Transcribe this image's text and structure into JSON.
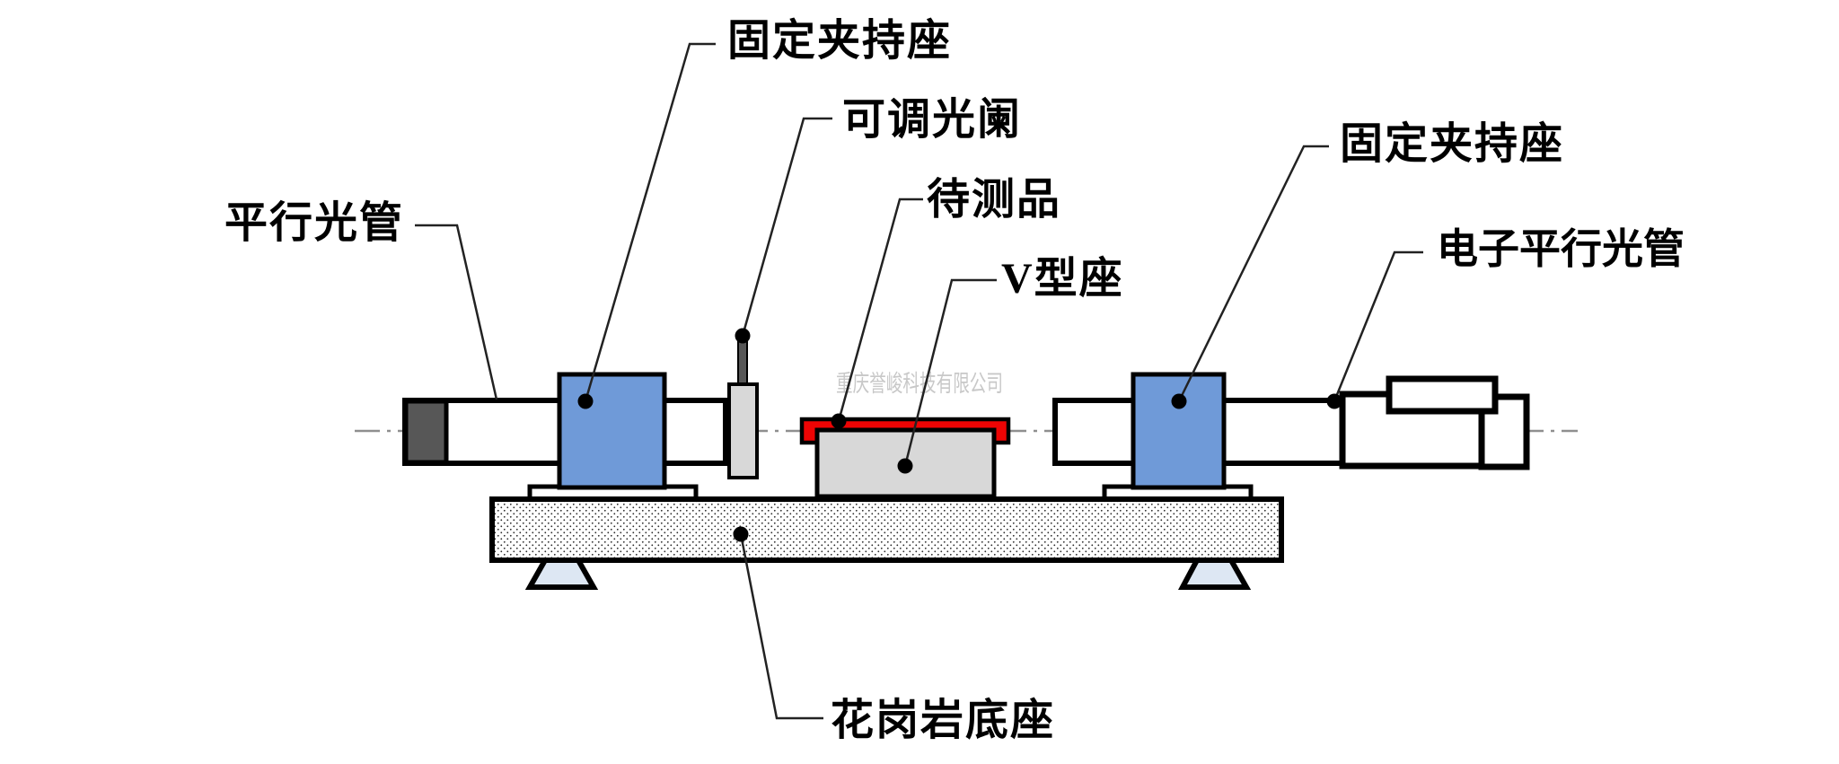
{
  "figure": {
    "type": "technical-diagram",
    "subject": "optical collimator measurement bench side view"
  },
  "labels": {
    "parallel_light_tube": "平行光管",
    "fixed_clamp_left": "固定夹持座",
    "adjustable_aperture": "可调光阑",
    "specimen": "待测品",
    "v_block": "V型座",
    "fixed_clamp_right": "固定夹持座",
    "electronic_collimator": "电子平行光管",
    "granite_base": "花岗岩底座"
  },
  "watermark": {
    "text": "重庆誉峻科技有限公司",
    "color": "#c8c8c8"
  },
  "colors": {
    "clamp_blue": "#6f9ad8",
    "specimen_red": "#ee0404",
    "block_gray": "#d8d8d8",
    "dark_gray": "#575757",
    "foot_fill": "#dde7f3",
    "outline": "#000000",
    "centerline_gray": "#8f8f8f",
    "leader_dark": "#222222"
  }
}
